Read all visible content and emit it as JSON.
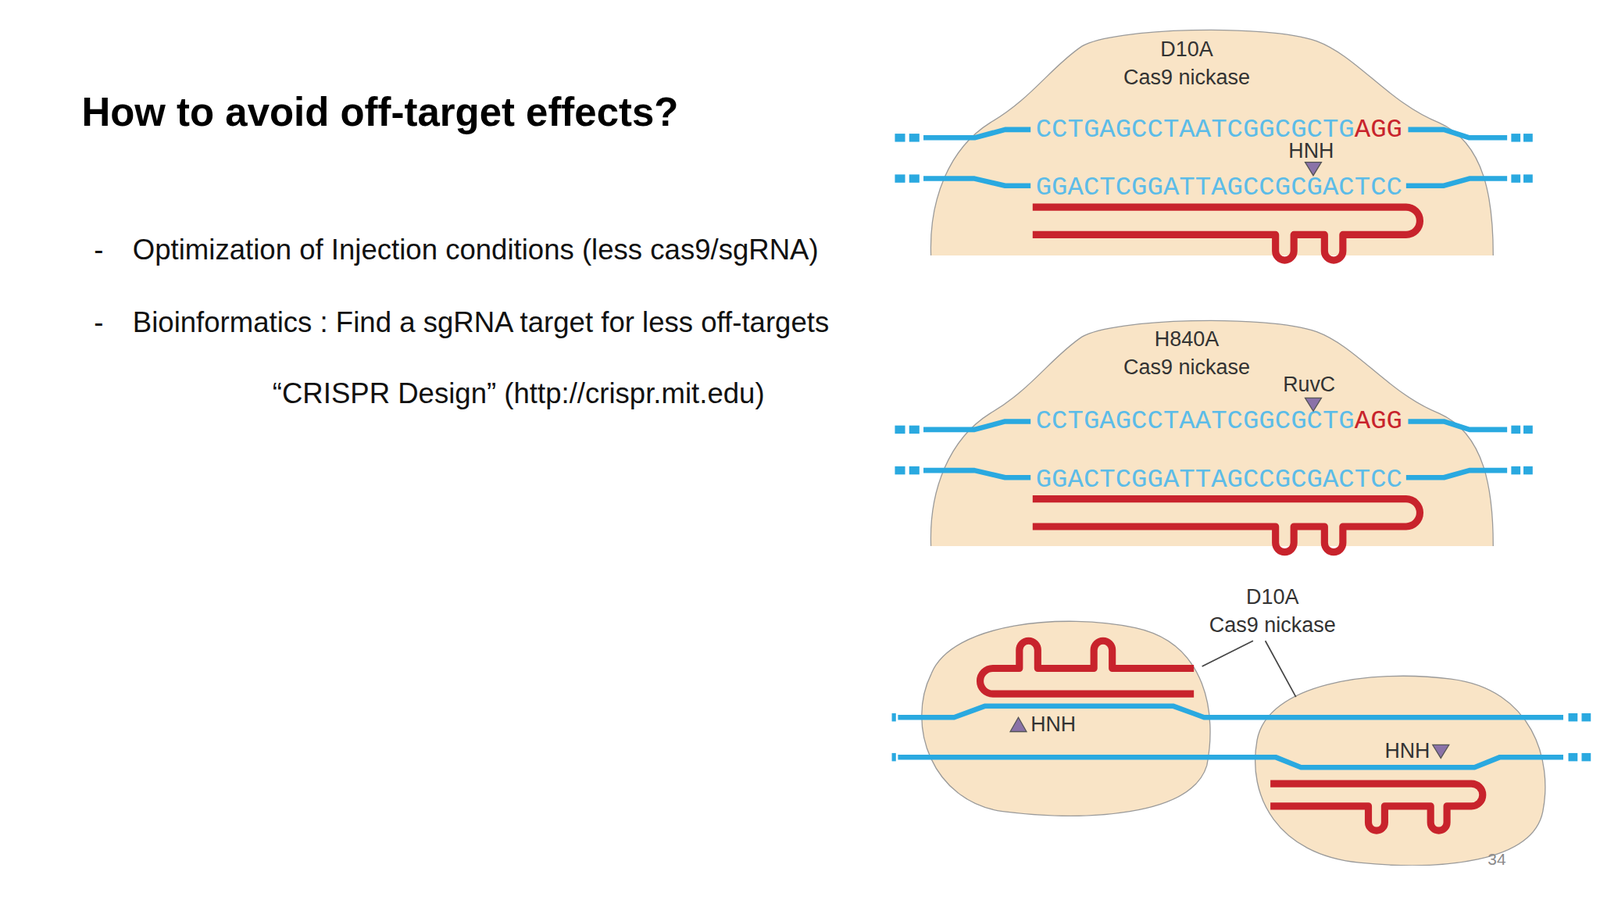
{
  "diagram": {
    "title": "How to avoid off-target effects?",
    "nodes": [
      {
        "text": [
          "D10A Cas9 nickase",
          "CCTGAGCCTAATCGGCGCTG",
          "AGG",
          "HNH",
          "GGACTCGGATTAGCCGCGACTCC"
        ]
      },
      {
        "text": [
          "H840A Cas9 nickase",
          "RuvC",
          "CCTGAGCCTAATCGGCGCTG",
          "AGG",
          "GGACTCGGATTAGCCGCGACTCC"
        ]
      },
      {
        "text": [
          "HNH"
        ]
      },
      {
        "text": [
          "HNH"
        ]
      }
    ],
    "labels": [
      "-",
      "Optimization of Injection conditions (less cas9/sgRNA)",
      "-",
      "Bioinformatics : Find a sgRNA target for less off-targets",
      "“CRISPR Design” (http://crispr.mit.edu)",
      "D10A Cas9 nickase",
      "34"
    ]
  }
}
